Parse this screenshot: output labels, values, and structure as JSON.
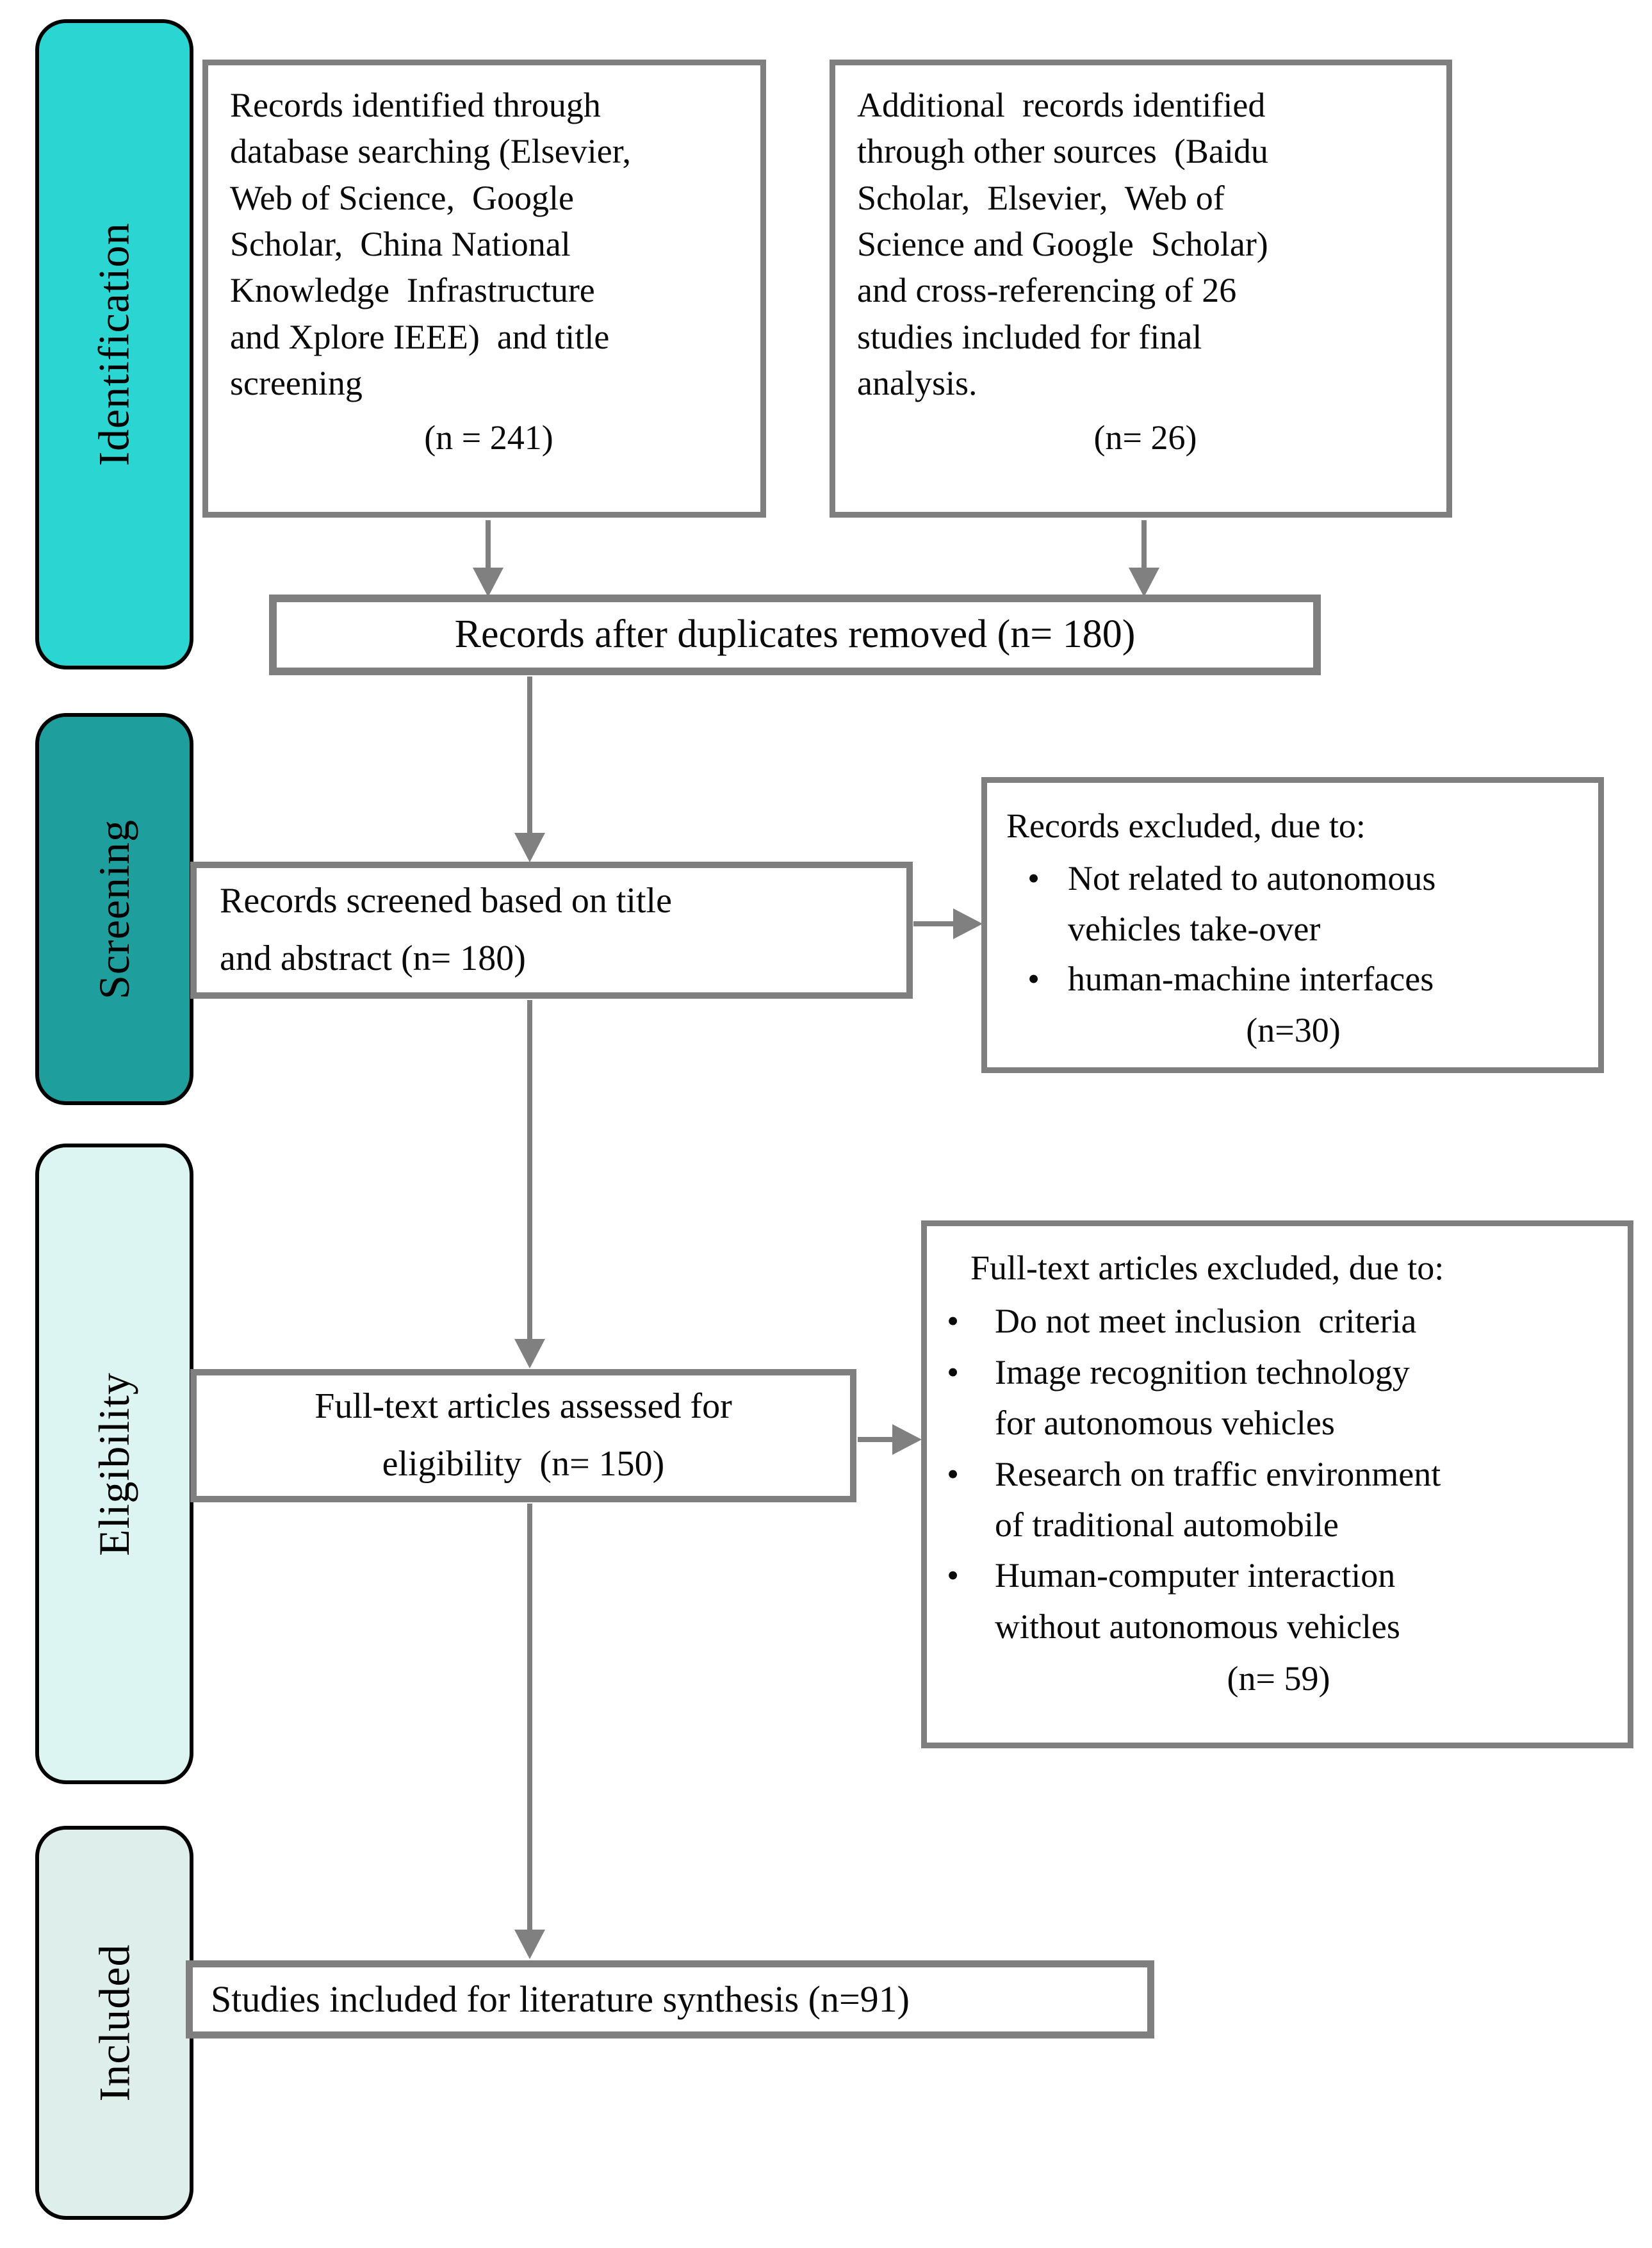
{
  "palette": {
    "identification": "#2BD5D1",
    "screening": "#1E9E9D",
    "eligibility": "#DCF5F2",
    "included": "#DEEEEB",
    "box_border": "#7F7F7F",
    "arrow": "#808080"
  },
  "sidebar": {
    "stages": [
      {
        "label": "Identification",
        "color": "#2BD5D1"
      },
      {
        "label": "Screening",
        "color": "#1E9E9D"
      },
      {
        "label": "Eligibility",
        "color": "#DCF5F2"
      },
      {
        "label": "Included",
        "color": "#DEEEEB"
      }
    ]
  },
  "boxes": {
    "identified": {
      "body": "Records identified through\ndatabase searching (Elsevier,\nWeb of Science,  Google\nScholar,  China National\nKnowledge  Infrastructure\nand Xplore IEEE)  and title\nscreening",
      "count": "(n = 241)"
    },
    "additional": {
      "body": "Additional  records identified\nthrough other sources  (Baidu\nScholar,  Elsevier,  Web of\nScience and Google  Scholar)\nand cross-referencing of 26\nstudies included for final\nanalysis.",
      "count": "(n= 26)"
    },
    "duplicates": {
      "body": "Records after duplicates removed (n= 180)"
    },
    "screened": {
      "body": "Records screened based on title\nand abstract (n= 180)"
    },
    "records_excluded": {
      "title": "Records excluded, due to:",
      "bullets": [
        "Not related to autonomous\nvehicles take-over",
        "human-machine interfaces"
      ],
      "count": "(n=30)"
    },
    "fulltext": {
      "body": "Full-text articles assessed for\neligibility  (n= 150)"
    },
    "fulltext_excluded": {
      "title": "Full-text articles excluded, due to:",
      "bullets": [
        "Do not meet inclusion  criteria",
        "Image recognition technology\nfor autonomous vehicles",
        "Research on traffic environment\nof traditional automobile",
        "Human-computer interaction\nwithout autonomous vehicles"
      ],
      "count": "(n= 59)"
    },
    "included_studies": {
      "body": "Studies  included for literature synthesis (n=91)"
    }
  }
}
